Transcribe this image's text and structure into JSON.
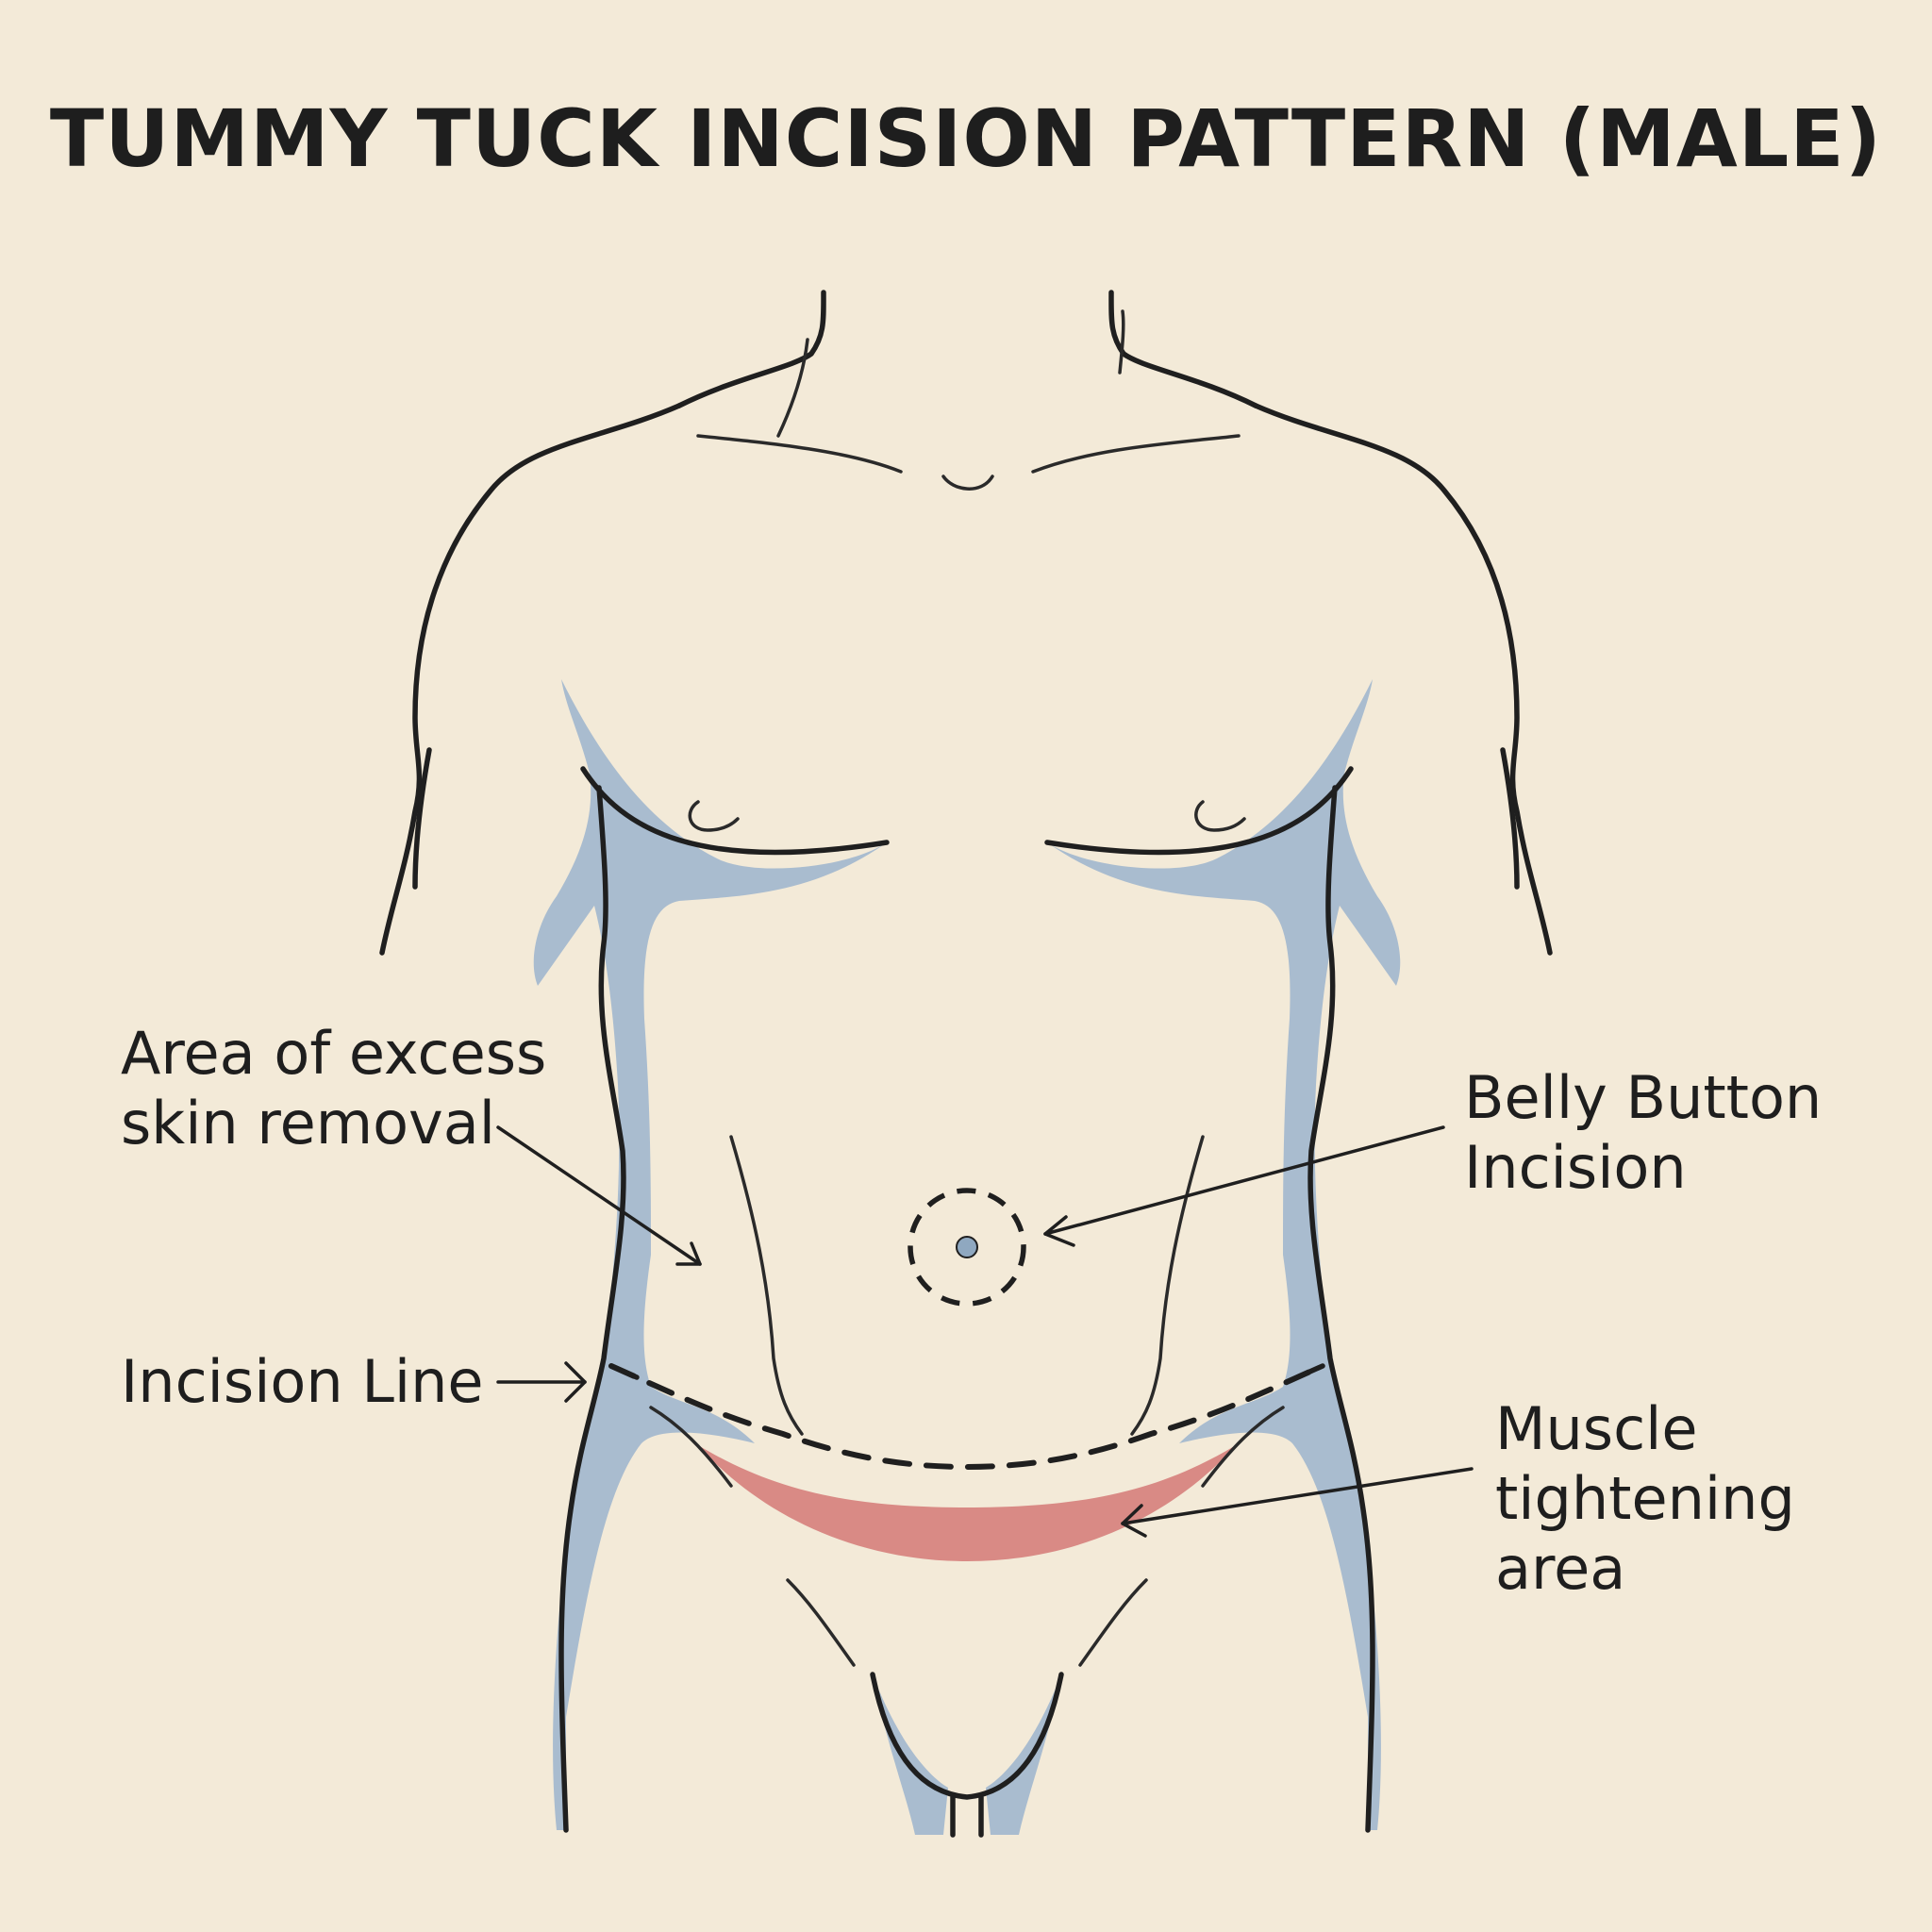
{
  "title": "TUMMY TUCK INCISION PATTERN (MALE)",
  "labels": {
    "excess_skin": [
      "Area of excess",
      "skin removal"
    ],
    "belly_button": [
      "Belly Button",
      "Incision"
    ],
    "incision_line": [
      "Incision Line"
    ],
    "muscle": [
      "Muscle",
      "tightening",
      "area"
    ]
  },
  "colors": {
    "background": "#f3ead8",
    "outline": "#1f1f1f",
    "shading": "#a9bccf",
    "muscle_area": "#d98a85"
  }
}
